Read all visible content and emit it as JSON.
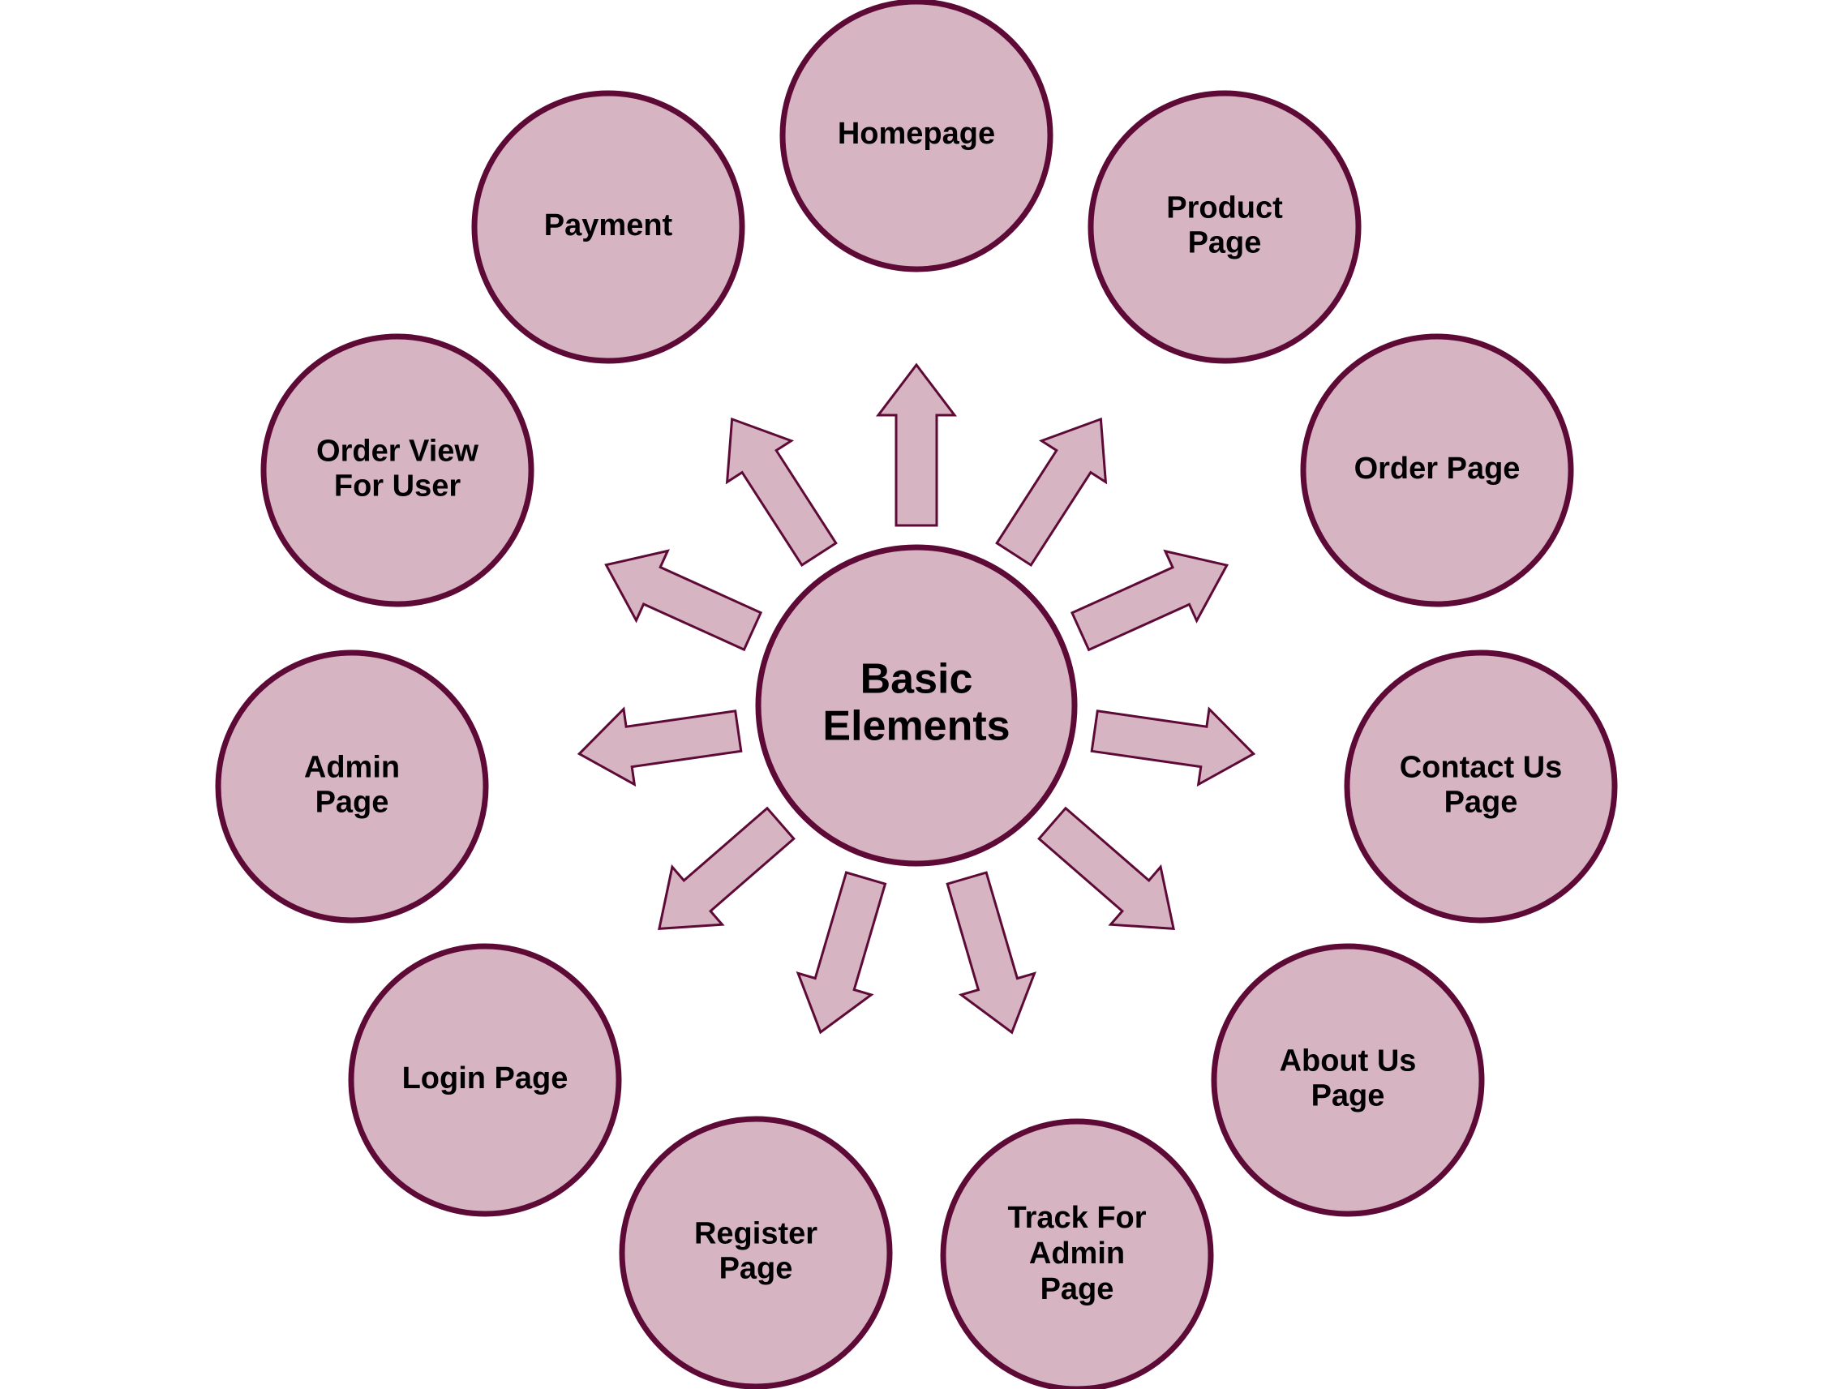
{
  "colors": {
    "node_fill": "#d7b4c2",
    "node_stroke": "#5e0a37",
    "arrow_fill": "#d7b4c2",
    "arrow_stroke": "#5e0a37",
    "text": "#000000",
    "background": "#ffffff"
  },
  "center": {
    "lines": [
      "Basic",
      "Elements"
    ]
  },
  "nodes": [
    {
      "id": "homepage",
      "lines": [
        "Homepage"
      ]
    },
    {
      "id": "product-page",
      "lines": [
        "Product",
        "Page"
      ]
    },
    {
      "id": "order-page",
      "lines": [
        "Order Page"
      ]
    },
    {
      "id": "contact-us-page",
      "lines": [
        "Contact Us",
        "Page"
      ]
    },
    {
      "id": "about-us-page",
      "lines": [
        "About Us",
        "Page"
      ]
    },
    {
      "id": "track-for-admin-page",
      "lines": [
        "Track For",
        "Admin",
        "Page"
      ]
    },
    {
      "id": "register-page",
      "lines": [
        "Register",
        "Page"
      ]
    },
    {
      "id": "login-page",
      "lines": [
        "Login Page"
      ]
    },
    {
      "id": "admin-page",
      "lines": [
        "Admin",
        "Page"
      ]
    },
    {
      "id": "order-view-for-user",
      "lines": [
        "Order View",
        "For User"
      ]
    },
    {
      "id": "payment",
      "lines": [
        "Payment"
      ]
    }
  ]
}
